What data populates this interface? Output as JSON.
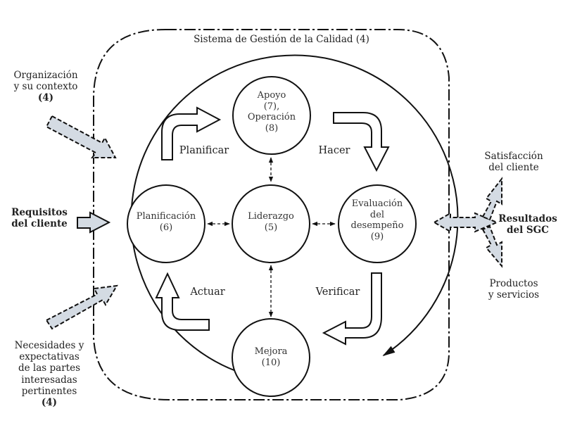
{
  "title": "Sistema de Gestión de la Calidad (4)",
  "inputs": [
    {
      "id": "org-context",
      "lines": [
        "Organización",
        "y su contexto",
        "(4)"
      ],
      "bold": false
    },
    {
      "id": "customer-requirements",
      "lines": [
        "Requisitos",
        "del cliente"
      ],
      "bold": true
    },
    {
      "id": "stakeholder-needs",
      "lines": [
        "Necesidades y",
        "expectativas",
        "de las partes",
        "interesadas",
        "pertinentes",
        "(4)"
      ],
      "bold": false
    }
  ],
  "outputs": [
    {
      "id": "customer-satisfaction",
      "lines": [
        "Satisfacción",
        "del cliente"
      ],
      "bold": false
    },
    {
      "id": "qms-results",
      "lines": [
        "Resultados",
        "del SGC"
      ],
      "bold": true
    },
    {
      "id": "products-services",
      "lines": [
        "Productos",
        "y servicios"
      ],
      "bold": false
    }
  ],
  "nodes": [
    {
      "id": "leadership",
      "lines": [
        "Liderazgo",
        "(5)"
      ]
    },
    {
      "id": "planning",
      "lines": [
        "Planificación",
        "(6)"
      ]
    },
    {
      "id": "support-operation",
      "lines": [
        "Apoyo",
        "(7),",
        "Operación",
        "(8)"
      ]
    },
    {
      "id": "performance-evaluation",
      "lines": [
        "Evaluación",
        "del",
        "desempeño",
        "(9)"
      ]
    },
    {
      "id": "improvement",
      "lines": [
        "Mejora",
        "(10)"
      ]
    }
  ],
  "phases": {
    "plan": "Planificar",
    "do": "Hacer",
    "check": "Verificar",
    "act": "Actuar"
  },
  "colors": {
    "arrow_fill": "#d4dbe3",
    "stroke": "#111111"
  }
}
